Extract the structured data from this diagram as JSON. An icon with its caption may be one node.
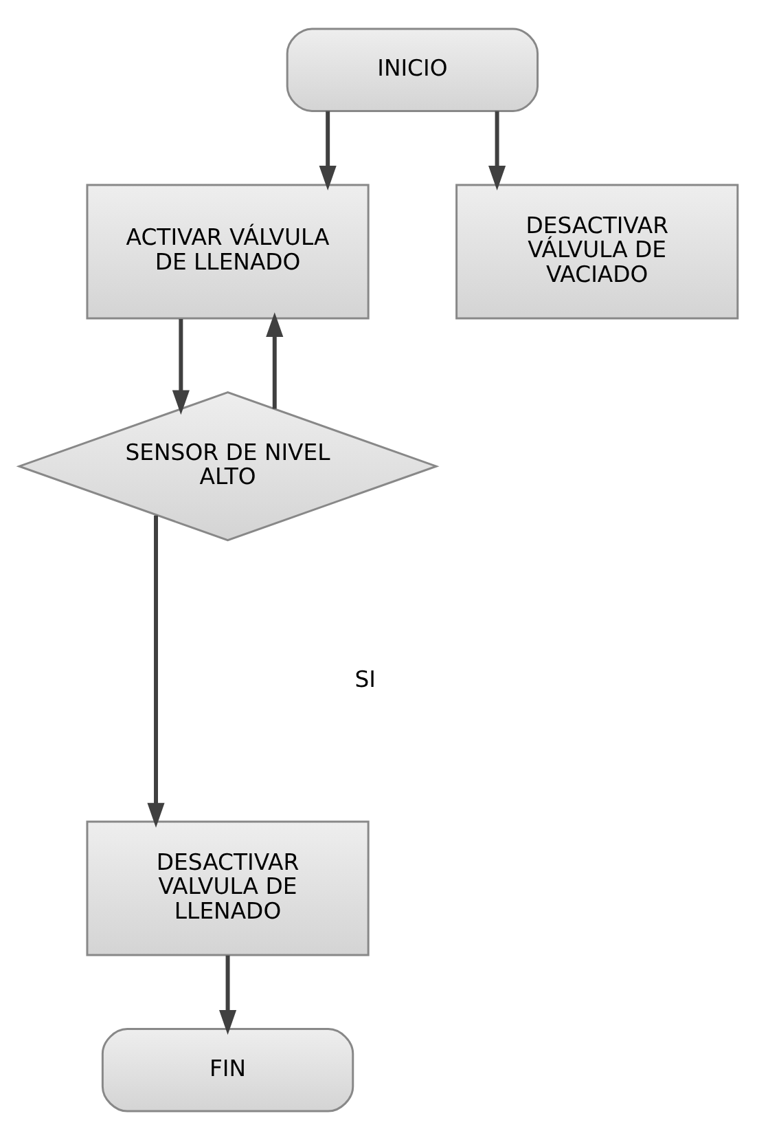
{
  "diagram": {
    "nodes": [
      {
        "text": [
          "INICIO"
        ]
      },
      {
        "text": [
          "ACTIVAR VÁLVULA DE LLENADO"
        ]
      },
      {
        "text": [
          "DESACTIVAR VÁLVULA DE VACIADO"
        ]
      },
      {
        "text": [
          "SENSOR DE NIVEL ALTO"
        ]
      },
      {
        "text": [
          "DESACTIVAR VALVULA DE LLENADO"
        ]
      },
      {
        "text": [
          "FIN"
        ]
      }
    ],
    "edges": [
      {
        "from": 0,
        "to": 1,
        "arrow": "to"
      },
      {
        "from": 0,
        "to": 2,
        "arrow": "to"
      },
      {
        "from": 1,
        "to": 3,
        "arrow": "to"
      },
      {
        "from": 3,
        "to": 1,
        "arrow": "to"
      },
      {
        "from": 3,
        "to": 4,
        "arrow": "to"
      },
      {
        "from": 4,
        "to": 5,
        "arrow": "to"
      }
    ],
    "labels": [
      "SI"
    ]
  }
}
